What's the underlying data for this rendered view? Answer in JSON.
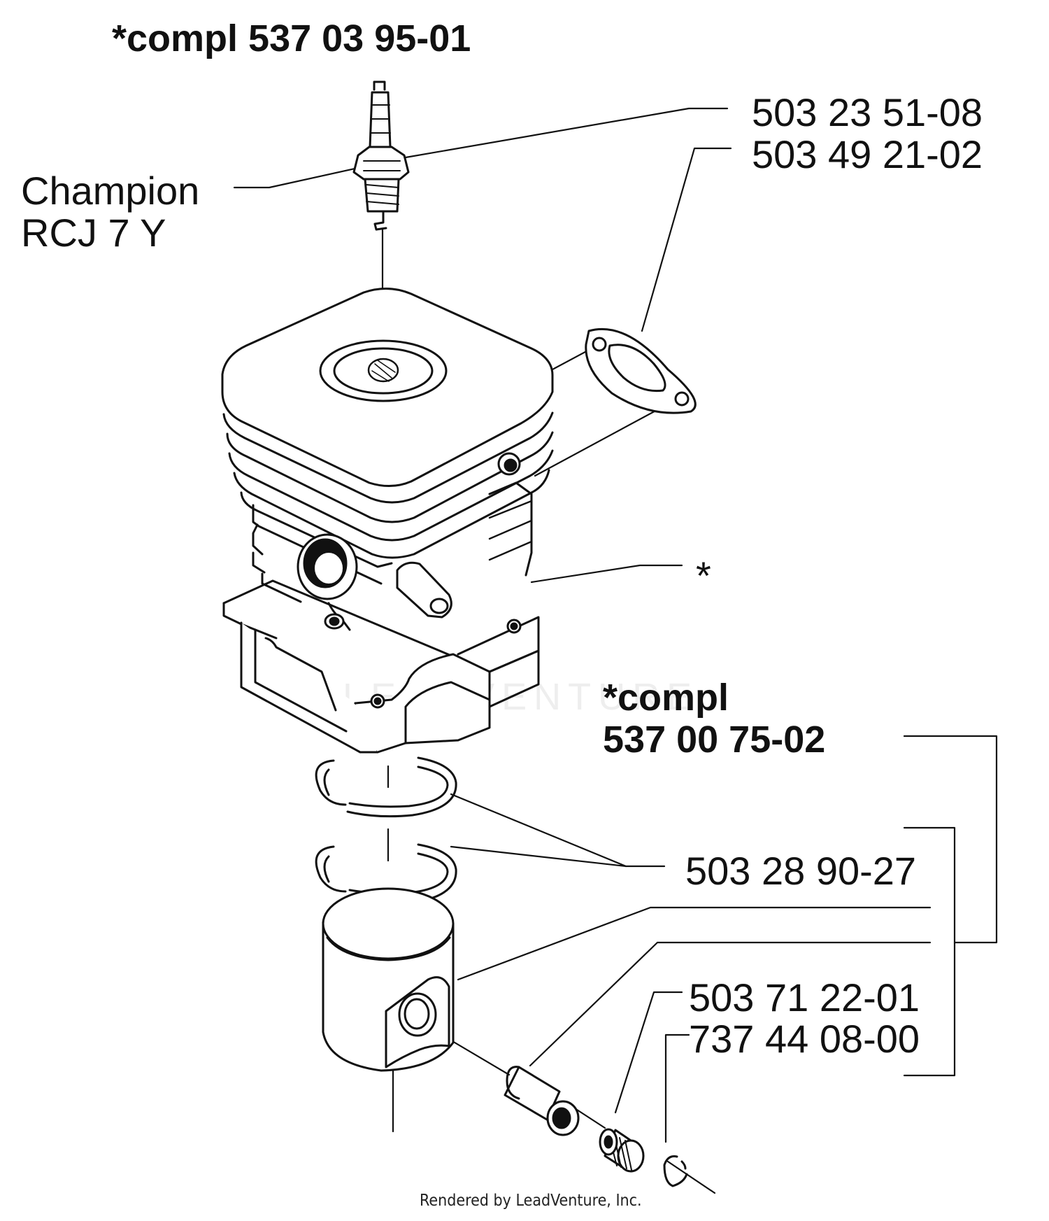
{
  "labels": {
    "kit_cylinder": "*compl 537 03 95-01",
    "spark_plug_brand": "Champion",
    "spark_plug_model": "RCJ 7 Y",
    "part_spark_plug": "503 23 51-08",
    "part_gasket": "503 49 21-02",
    "cylinder_marker": "*",
    "kit_piston_line1": "*compl",
    "kit_piston_line2": "537 00 75-02",
    "part_rings": "503 28 90-27",
    "part_bearing": "503 71 22-01",
    "part_circlip": "737 44 08-00",
    "footer": "Rendered by LeadVenture, Inc.",
    "watermark": "LEADVENTURE"
  },
  "colors": {
    "ink": "#111111",
    "background": "#ffffff",
    "watermark": "#eeeeee"
  }
}
